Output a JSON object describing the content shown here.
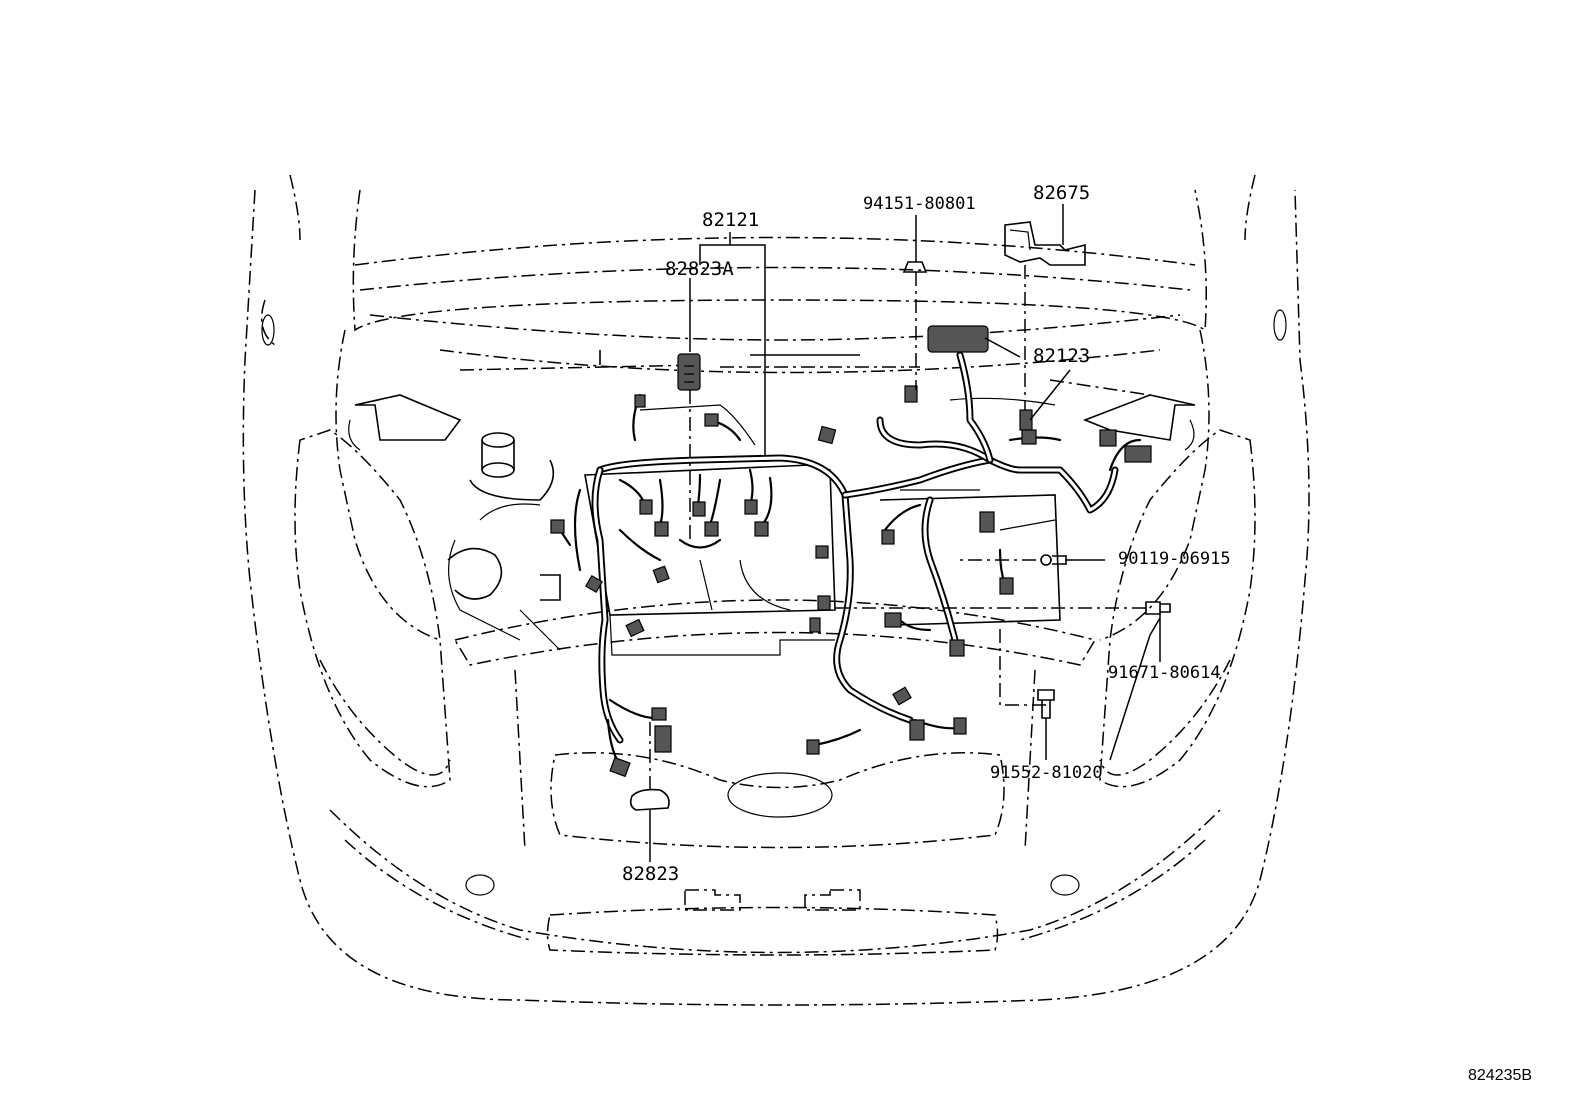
{
  "parts": {
    "p82121": "82121",
    "p82823A": "82823A",
    "p94151": "94151-80801",
    "p82675": "82675",
    "p82123": "82123",
    "p90119": "90119-06915",
    "p91671": "91671-80614",
    "p91552": "91552-81020",
    "p82823": "82823"
  },
  "illustration_code": "824235B"
}
